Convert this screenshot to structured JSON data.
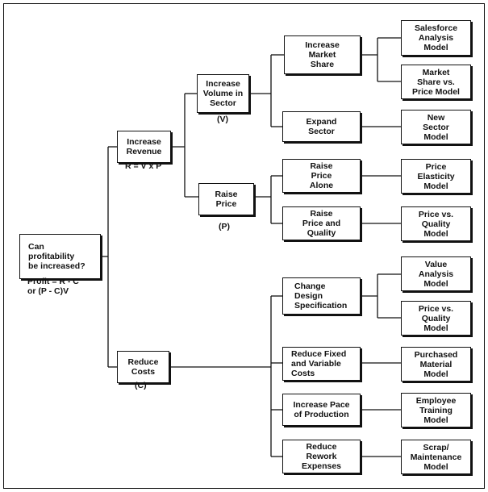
{
  "root": {
    "label": "Can\nprofitability\nbe increased?",
    "formula": "Profit = R - C\nor (P - C)V"
  },
  "revenue": {
    "label": "Increase\nRevenue",
    "formula": "R = V x P"
  },
  "costs": {
    "label": "Reduce\nCosts",
    "formula": "(C)"
  },
  "volume": {
    "label": "Increase\nVolume in\nSector",
    "formula": "(V)"
  },
  "price": {
    "label": "Raise\nPrice",
    "formula": "(P)"
  },
  "market_share": {
    "label": "Increase\nMarket\nShare"
  },
  "expand_sector": {
    "label": "Expand\nSector"
  },
  "raise_price_alone": {
    "label": "Raise\nPrice\nAlone"
  },
  "raise_price_quality": {
    "label": "Raise\nPrice and\nQuality"
  },
  "change_design": {
    "label": "Change\nDesign\nSpecification"
  },
  "fixed_variable": {
    "label": "Reduce Fixed\nand Variable\nCosts"
  },
  "pace_production": {
    "label": "Increase Pace\nof Production"
  },
  "rework": {
    "label": "Reduce\nRework\nExpenses"
  },
  "models": {
    "salesforce": "Salesforce\nAnalysis\nModel",
    "market_share_price": "Market\nShare vs.\nPrice Model",
    "new_sector": "New\nSector\nModel",
    "price_elasticity": "Price\nElasticity\nModel",
    "price_quality_1": "Price vs.\nQuality\nModel",
    "value_analysis": "Value\nAnalysis\nModel",
    "price_quality_2": "Price vs.\nQuality\nModel",
    "purchased_material": "Purchased\nMaterial\nModel",
    "employee_training": "Employee\nTraining\nModel",
    "scrap_maintenance": "Scrap/\nMaintenance\nModel"
  }
}
